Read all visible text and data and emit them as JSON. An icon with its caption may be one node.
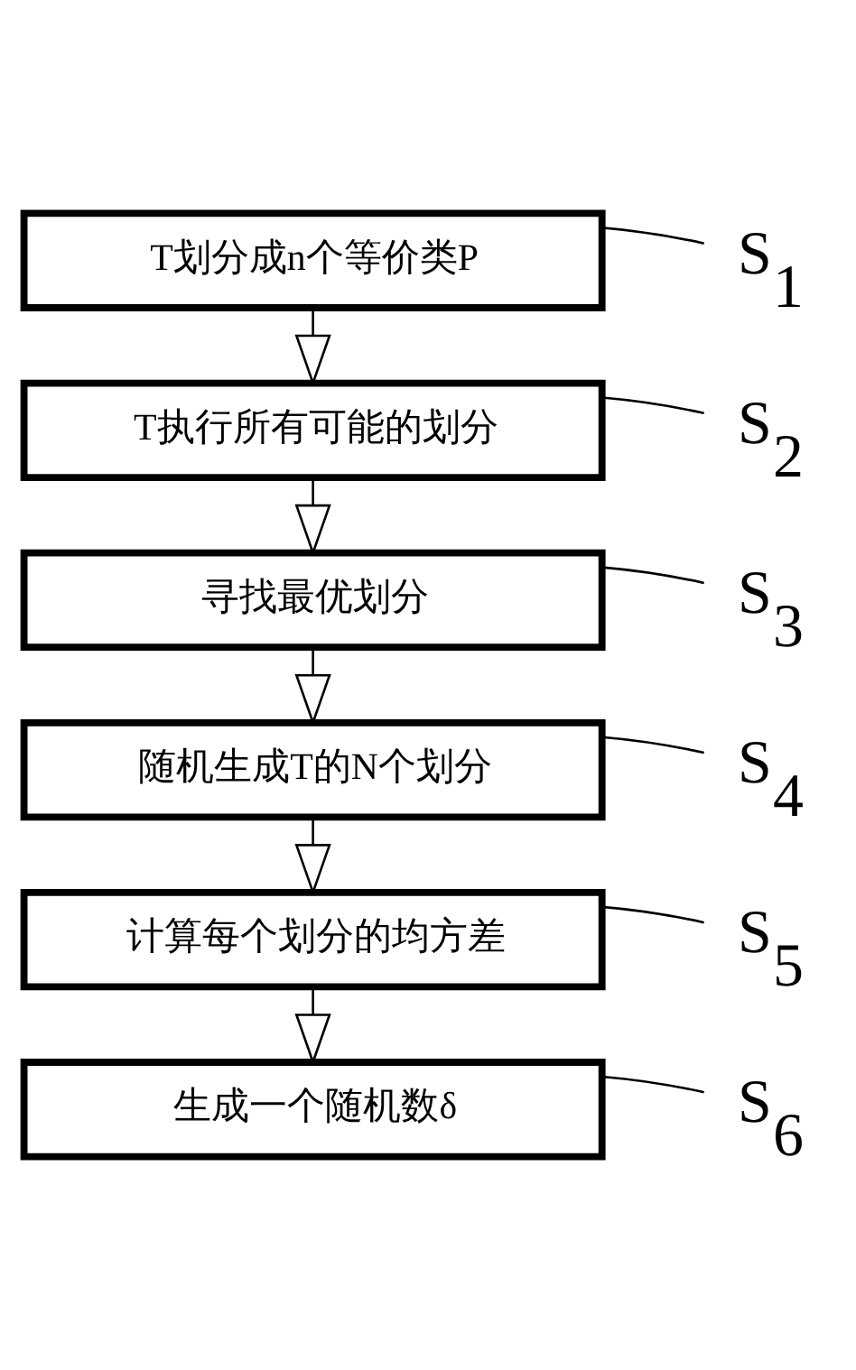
{
  "diagram": {
    "nodes": [
      {
        "text": [
          "T划分成n个等价类P"
        ]
      },
      {
        "text": [
          "T执行所有可能的划分"
        ]
      },
      {
        "text": [
          "寻找最优划分"
        ]
      },
      {
        "text": [
          "随机生成T的N个划分"
        ]
      },
      {
        "text": [
          "计算每个划分的均方差"
        ]
      },
      {
        "text": [
          "生成一个随机数δ"
        ]
      },
      {
        "text": [
          "S$_{1}$"
        ]
      },
      {
        "text": [
          "S$_{2}$"
        ]
      },
      {
        "text": [
          "S$_{3}$"
        ]
      },
      {
        "text": [
          "S$_{4}$"
        ]
      },
      {
        "text": [
          "S$_{5}$"
        ]
      },
      {
        "text": [
          "S$_{6}$"
        ]
      }
    ],
    "edges": [
      {
        "from": 0,
        "to": 1,
        "arrow": "to"
      },
      {
        "from": 1,
        "to": 2,
        "arrow": "to"
      },
      {
        "from": 2,
        "to": 3,
        "arrow": "to"
      },
      {
        "from": 3,
        "to": 4,
        "arrow": "to"
      },
      {
        "from": 4,
        "to": 5,
        "arrow": "to"
      },
      {
        "from": 6,
        "to": 0,
        "arrow": "none"
      },
      {
        "from": 7,
        "to": 1,
        "arrow": "none"
      },
      {
        "from": 8,
        "to": 2,
        "arrow": "none"
      },
      {
        "from": 9,
        "to": 3,
        "arrow": "none"
      },
      {
        "from": 10,
        "to": 4,
        "arrow": "none"
      },
      {
        "from": 11,
        "to": 5,
        "arrow": "none"
      }
    ]
  }
}
